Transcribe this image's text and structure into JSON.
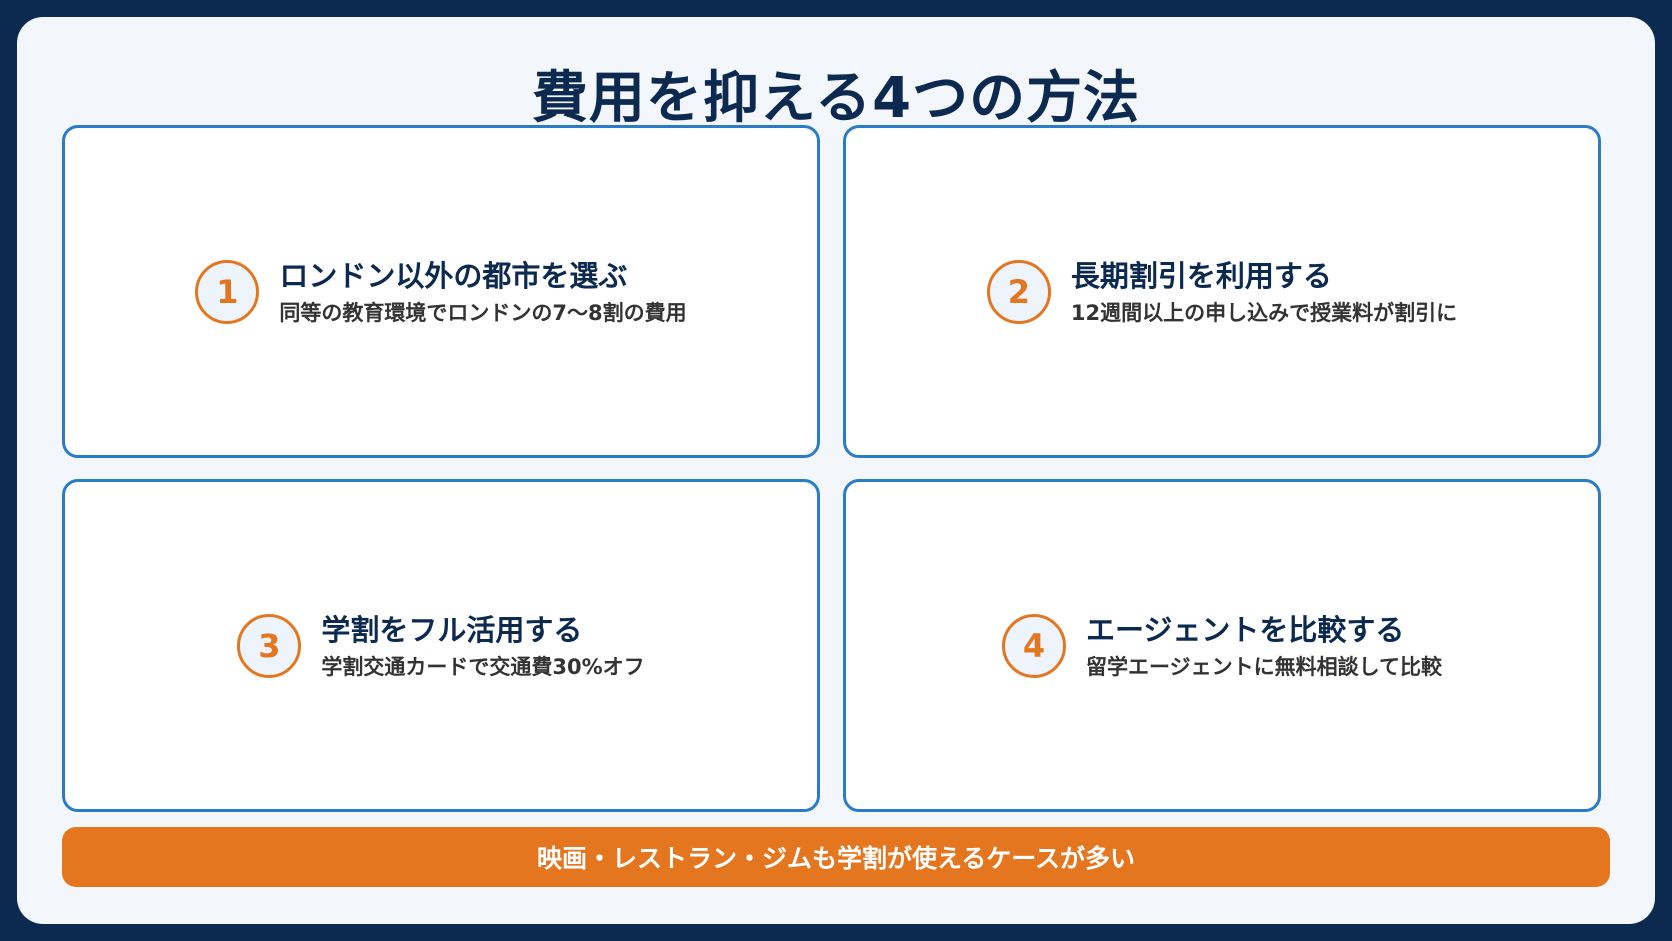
{
  "title": "費用を抑える4つの方法",
  "cards": [
    {
      "number": "1",
      "heading": "ロンドン以外の都市を選ぶ",
      "description": "同等の教育環境でロンドンの7〜8割の費用"
    },
    {
      "number": "2",
      "heading": "長期割引を利用する",
      "description": "12週間以上の申し込みで授業料が割引に"
    },
    {
      "number": "3",
      "heading": "学割をフル活用する",
      "description": "学割交通カードで交通費30%オフ"
    },
    {
      "number": "4",
      "heading": "エージェントを比較する",
      "description": "留学エージェントに無料相談して比較"
    }
  ],
  "banner": "映画・レストラン・ジムも学割が使えるケースが多い",
  "colors": {
    "navy": "#0c2a50",
    "accent_orange": "#e57620",
    "card_border_blue": "#2a7bc8"
  }
}
